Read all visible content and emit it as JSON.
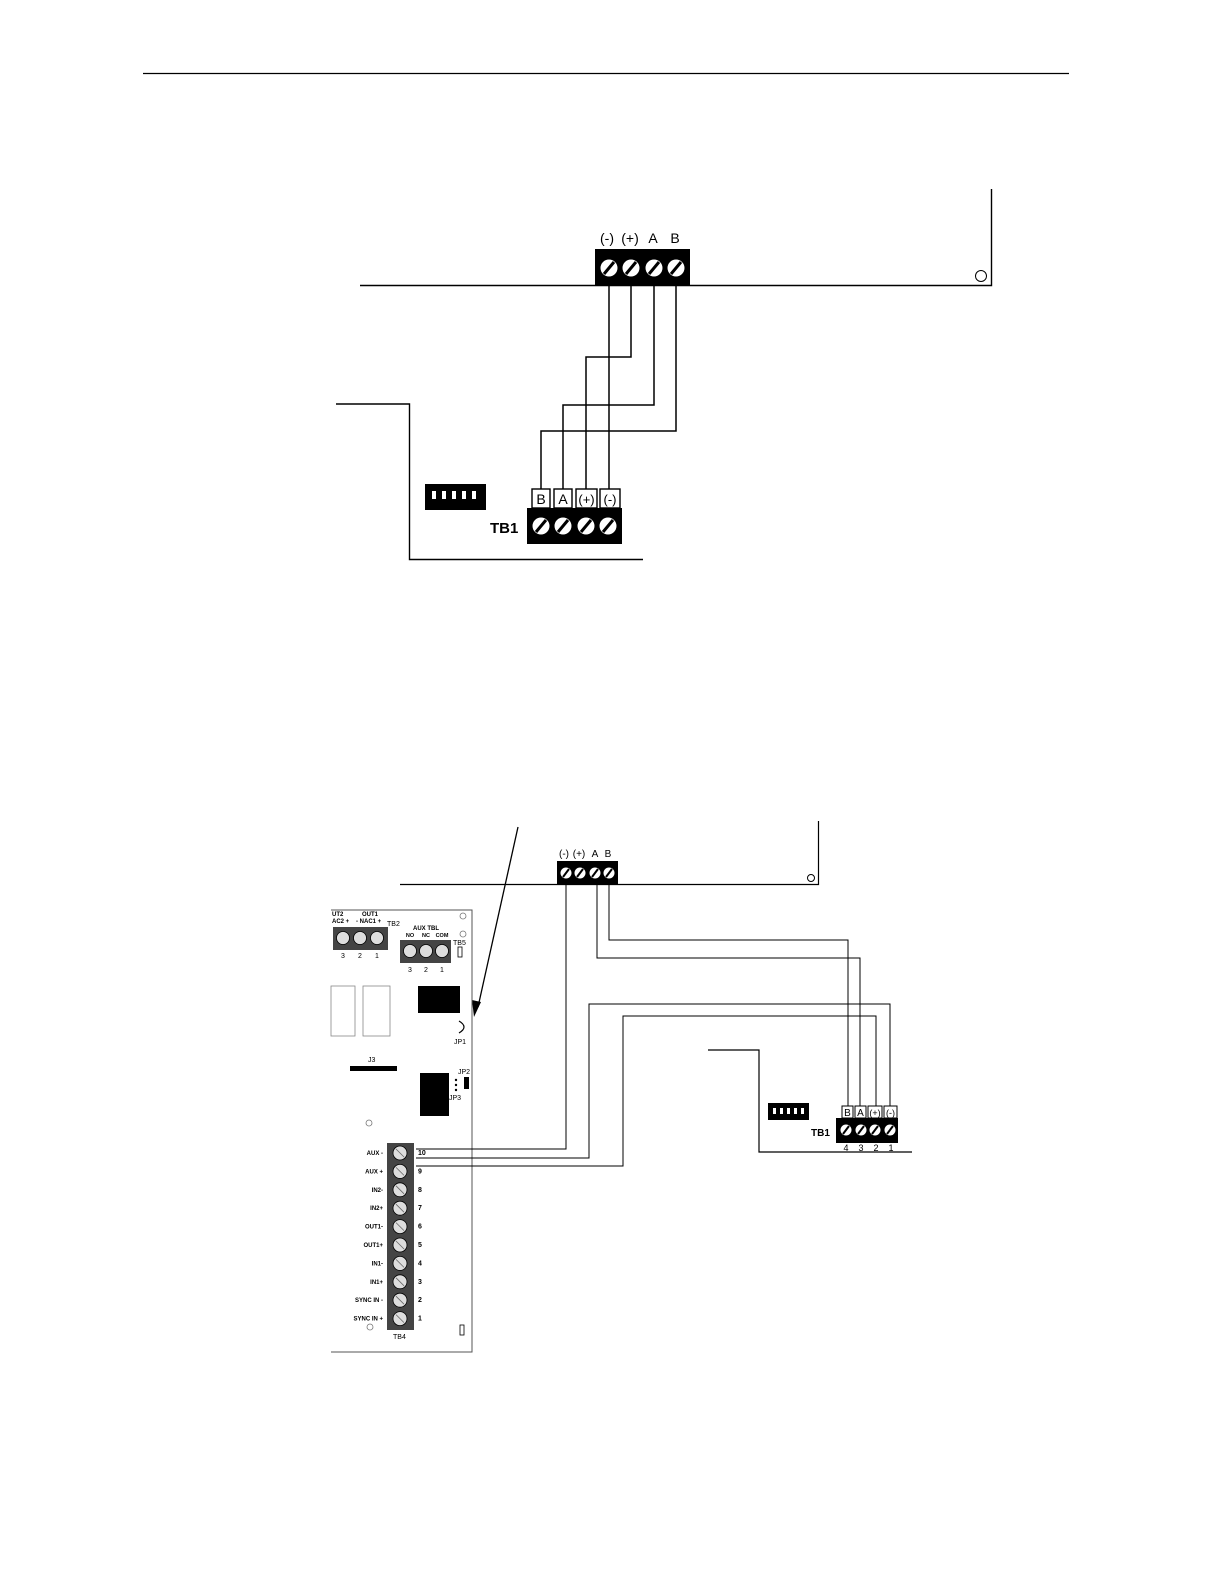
{
  "top_diagram": {
    "host_terminal_labels": [
      "(-)",
      "(+)",
      "A",
      "B"
    ],
    "module_terminal_labels": [
      "B",
      "A",
      "(+)",
      "(-)"
    ],
    "module_block_label": "TB1"
  },
  "bottom_diagram": {
    "host_terminal_labels": [
      "(-)",
      "(+)",
      "A",
      "B"
    ],
    "module_terminal_labels": [
      "B",
      "A",
      "(+)",
      "(-)"
    ],
    "module_block_label": "TB1",
    "module_terminal_numbers": [
      "4",
      "3",
      "2",
      "1"
    ],
    "board": {
      "tb2_header": [
        "UT2",
        "OUT1"
      ],
      "tb2_sub": [
        "AC2 +",
        "- NAC1 +"
      ],
      "tb2_label": "TB2",
      "tb2_numbers": [
        "3",
        "2",
        "1"
      ],
      "aux_tbl_title": "AUX TBL",
      "aux_tbl_cols": [
        "NO",
        "NC",
        "COM"
      ],
      "aux_tbl_numbers": [
        "3",
        "2",
        "1"
      ],
      "tb5_label": "TB5",
      "jp1_label": "JP1",
      "jp2_label": "JP2",
      "jp3_label": "JP3",
      "j3_label": "J3",
      "tb4_label": "TB4",
      "tb4_rows": [
        {
          "name": "AUX -",
          "num": "10"
        },
        {
          "name": "AUX +",
          "num": "9"
        },
        {
          "name": "IN2-",
          "num": "8"
        },
        {
          "name": "IN2+",
          "num": "7"
        },
        {
          "name": "OUT1-",
          "num": "6"
        },
        {
          "name": "OUT1+",
          "num": "5"
        },
        {
          "name": "IN1-",
          "num": "4"
        },
        {
          "name": "IN1+",
          "num": "3"
        },
        {
          "name": "SYNC IN -",
          "num": "2"
        },
        {
          "name": "SYNC IN +",
          "num": "1"
        }
      ]
    }
  }
}
